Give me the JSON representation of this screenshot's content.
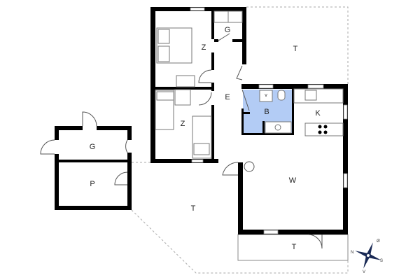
{
  "floorplan": {
    "rooms": [
      {
        "id": "bedroom-1",
        "label": "Z"
      },
      {
        "id": "bedroom-2",
        "label": "Z"
      },
      {
        "id": "storage-main",
        "label": "G"
      },
      {
        "id": "entrance",
        "label": "E"
      },
      {
        "id": "bathroom",
        "label": "B"
      },
      {
        "id": "kitchen",
        "label": "K"
      },
      {
        "id": "living",
        "label": "W"
      },
      {
        "id": "terrace-north",
        "label": "T"
      },
      {
        "id": "terrace-south",
        "label": "T"
      },
      {
        "id": "terrace-west",
        "label": "T"
      },
      {
        "id": "annex-storage",
        "label": "G"
      },
      {
        "id": "annex-parking",
        "label": "P"
      }
    ],
    "fixtures": {
      "washbasin": "v"
    },
    "compass": {
      "n": "N",
      "e": "Ø",
      "s": "S",
      "w": "V"
    },
    "colors": {
      "bathroom": "#b3ccf5",
      "walls": "#000000"
    }
  }
}
